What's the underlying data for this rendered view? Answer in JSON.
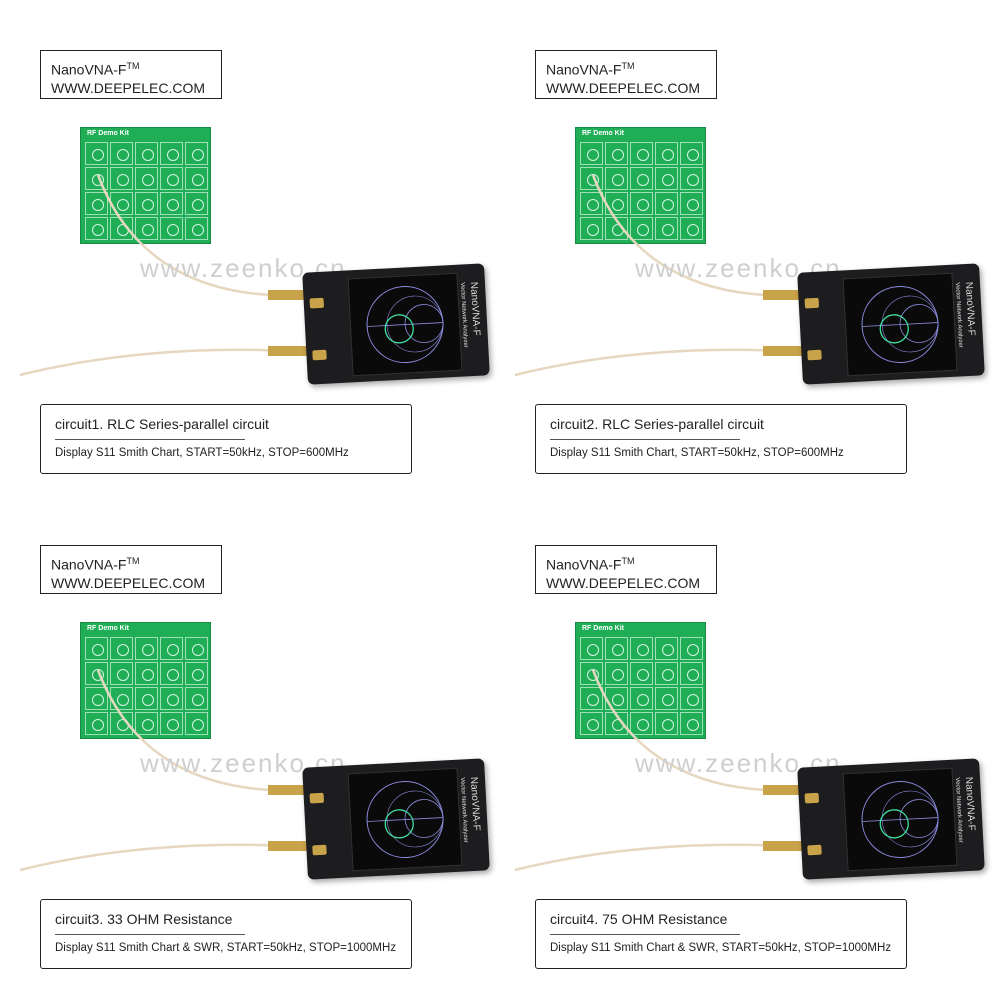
{
  "panels": [
    {
      "brand": {
        "name": "NanoVNA-F",
        "tm": "TM",
        "url": "WWW.DEEPELEC.COM"
      },
      "kit_label": "RF Demo Kit",
      "watermark": "www.zeenko.cn",
      "device": {
        "name": "NanoVNA-F",
        "subtitle": "Vector Network Analyzer"
      },
      "caption": {
        "title": "circuit1. RLC Series-parallel circuit",
        "subtitle": "Display S11 Smith Chart, START=50kHz,  STOP=600MHz"
      }
    },
    {
      "brand": {
        "name": "NanoVNA-F",
        "tm": "TM",
        "url": "WWW.DEEPELEC.COM"
      },
      "kit_label": "RF Demo Kit",
      "watermark": "www.zeenko.cn",
      "device": {
        "name": "NanoVNA-F",
        "subtitle": "Vector Network Analyzer"
      },
      "caption": {
        "title": "circuit2. RLC Series-parallel circuit",
        "subtitle": "Display S11 Smith Chart, START=50kHz,  STOP=600MHz"
      }
    },
    {
      "brand": {
        "name": "NanoVNA-F",
        "tm": "TM",
        "url": "WWW.DEEPELEC.COM"
      },
      "kit_label": "RF Demo Kit",
      "watermark": "www.zeenko.cn",
      "device": {
        "name": "NanoVNA-F",
        "subtitle": "Vector Network Analyzer"
      },
      "caption": {
        "title": "circuit3. 33 OHM Resistance",
        "subtitle": "Display S11 Smith Chart & SWR, START=50kHz,  STOP=1000MHz"
      }
    },
    {
      "brand": {
        "name": "NanoVNA-F",
        "tm": "TM",
        "url": "WWW.DEEPELEC.COM"
      },
      "kit_label": "RF Demo Kit",
      "watermark": "www.zeenko.cn",
      "device": {
        "name": "NanoVNA-F",
        "subtitle": "Vector Network Analyzer"
      },
      "caption": {
        "title": "circuit4. 75 OHM Resistance",
        "subtitle": "Display S11 Smith Chart & SWR, START=50kHz,  STOP=1000MHz"
      }
    }
  ]
}
